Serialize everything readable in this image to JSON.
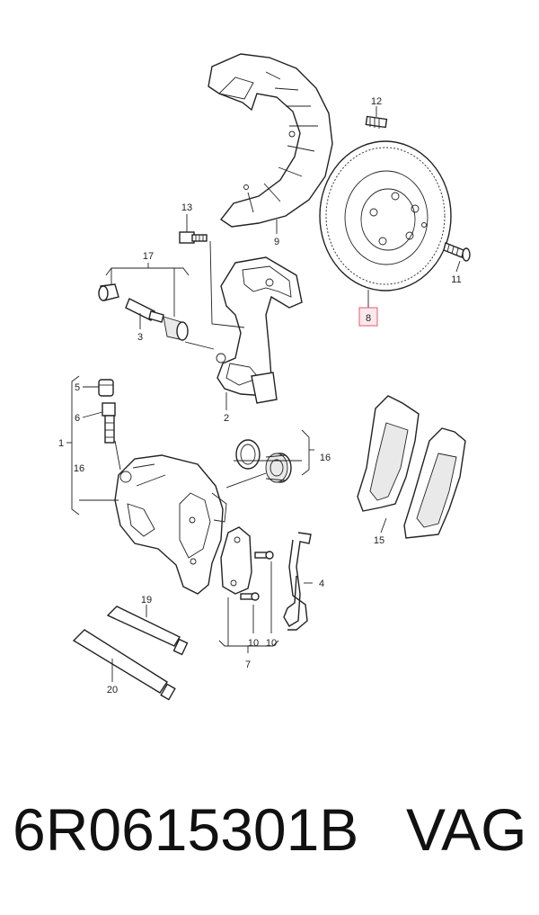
{
  "diagram": {
    "callouts": [
      {
        "id": "c12",
        "text": "12"
      },
      {
        "id": "c13",
        "text": "13"
      },
      {
        "id": "c9",
        "text": "9"
      },
      {
        "id": "c17",
        "text": "17"
      },
      {
        "id": "c11",
        "text": "11"
      },
      {
        "id": "c8",
        "text": "8",
        "highlighted": true
      },
      {
        "id": "c3",
        "text": "3"
      },
      {
        "id": "c5",
        "text": "5"
      },
      {
        "id": "c6",
        "text": "6"
      },
      {
        "id": "c2",
        "text": "2"
      },
      {
        "id": "c1",
        "text": "1"
      },
      {
        "id": "c16a",
        "text": "16"
      },
      {
        "id": "c16b",
        "text": "16"
      },
      {
        "id": "c15",
        "text": "15"
      },
      {
        "id": "c4",
        "text": "4"
      },
      {
        "id": "c10a",
        "text": "10"
      },
      {
        "id": "c10b",
        "text": "10"
      },
      {
        "id": "c7",
        "text": "7"
      },
      {
        "id": "c19",
        "text": "19"
      },
      {
        "id": "c20",
        "text": "20"
      }
    ],
    "highlight_color": "#e05a73"
  },
  "footer": {
    "part_number": "6R0615301B",
    "brand": "VAG"
  }
}
